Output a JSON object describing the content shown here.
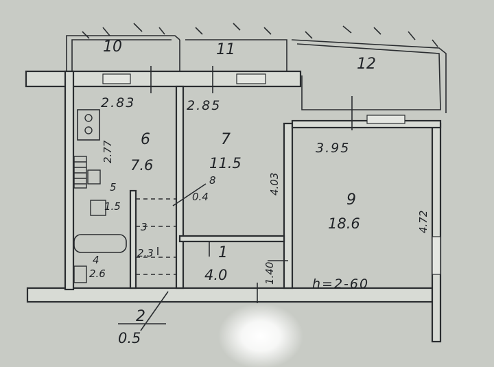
{
  "rooms": {
    "r10": {
      "number": "10"
    },
    "r11": {
      "number": "11"
    },
    "r12": {
      "number": "12"
    },
    "r6": {
      "number": "6",
      "area": "7.6",
      "height_dim": "2.77",
      "width_dim": "2.83"
    },
    "r7": {
      "number": "7",
      "area": "11.5",
      "height_dim": "4.03",
      "width_dim": "2.85"
    },
    "r8": {
      "number": "8",
      "area": "0.4"
    },
    "r9": {
      "number": "9",
      "area": "18.6",
      "height_dim": "4.72",
      "width_dim": "3.95"
    },
    "r1": {
      "number": "1",
      "area": "4.0",
      "height_dim": "1.40"
    },
    "r2": {
      "number": "2",
      "area": "0.5"
    },
    "r3": {
      "number": "3",
      "area": "2.3"
    },
    "r4": {
      "number": "4",
      "area": "2.6"
    },
    "r5": {
      "number": "5",
      "area": "1.5"
    }
  },
  "ceiling": "h=2-60",
  "colors": {
    "paper": "#c9ccc6",
    "ink": "#2a2d30"
  }
}
